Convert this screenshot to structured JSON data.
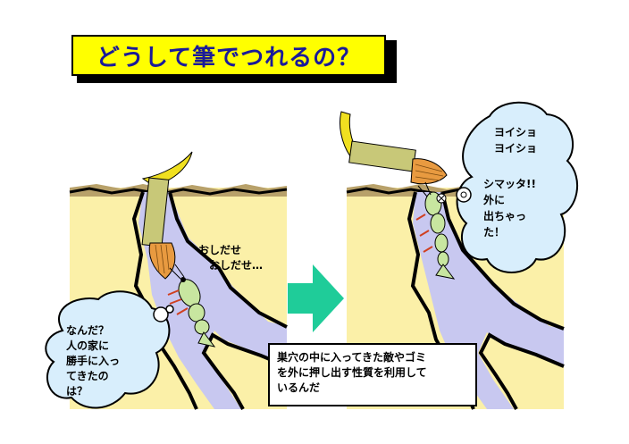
{
  "title": "どうして筆でつれるの？",
  "left_panel": {
    "speech": "おしだせ",
    "speech2": "おしだせ…",
    "thought": [
      "なんだ？",
      "人の家に",
      "勝手に入っ",
      "てきたの",
      "は？"
    ]
  },
  "right_panel": {
    "thought": [
      "ヨイショ",
      "ヨイショ",
      "",
      "シマッタ!!",
      "外に",
      "出ちゃっ",
      "た！"
    ]
  },
  "note": [
    "巣穴の中に入ってきた敵やゴミ",
    "を外に押し出す性質を利用して",
    "いるんだ"
  ],
  "colors": {
    "title_bg": "#ffff00",
    "title_text": "#1a1a99",
    "sand": "#fbf0a8",
    "soil": "#b8a16a",
    "water": "#c8c8f0",
    "brush_handle": "#c8c878",
    "brush_tip": "#e89a40",
    "brush_end": "#f0e020",
    "arrow": "#1fcc99",
    "shrimp": "#c8e6a0"
  }
}
